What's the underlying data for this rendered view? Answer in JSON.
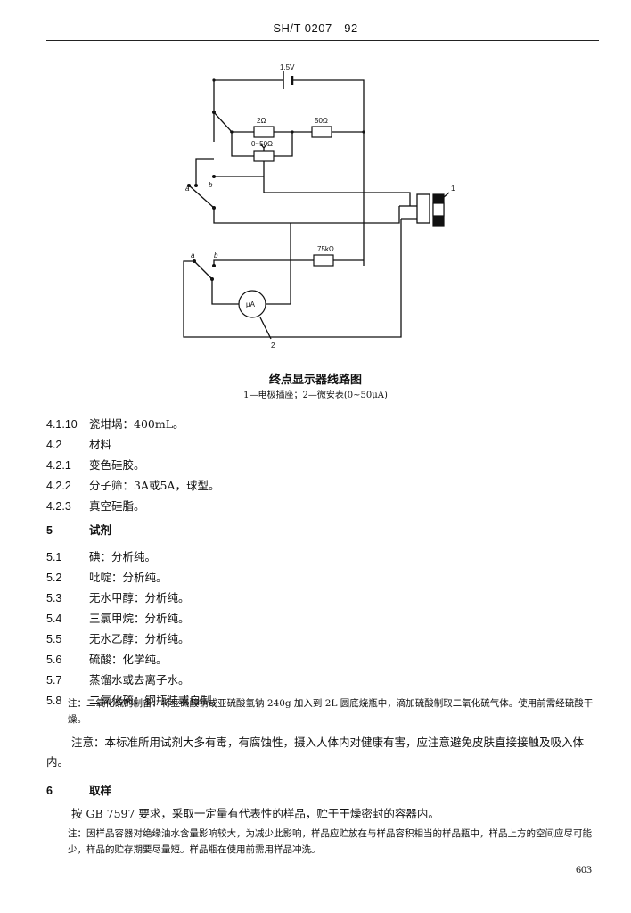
{
  "header": {
    "code": "SH/T 0207—92"
  },
  "figure": {
    "labels": {
      "battery": "1.5V",
      "r1": "2Ω",
      "r2": "50Ω",
      "rvar": "0~50Ω",
      "r3": "75kΩ",
      "meter": "μA",
      "sw_a": "a",
      "sw_b": "b",
      "callout1": "1",
      "callout2": "2"
    },
    "caption": "终点显示器线路图",
    "legend": "1—电极插座；2—微安表(0~50μA)"
  },
  "lines": [
    {
      "num": "4.1.10",
      "text": "瓷坩埚：400mL。",
      "bold": false
    },
    {
      "num": "4.2",
      "text": "材料",
      "bold": false
    },
    {
      "num": "4.2.1",
      "text": "变色硅胶。",
      "bold": false
    },
    {
      "num": "4.2.2",
      "text": "分子筛：3A或5A，球型。",
      "bold": false
    },
    {
      "num": "4.2.3",
      "text": "真空硅脂。",
      "bold": false
    },
    {
      "num": "5",
      "text": "试剂",
      "bold": true
    },
    {
      "num": "5.1",
      "text": "碘：分析纯。",
      "bold": false
    },
    {
      "num": "5.2",
      "text": "吡啶：分析纯。",
      "bold": false
    },
    {
      "num": "5.3",
      "text": "无水甲醇：分析纯。",
      "bold": false
    },
    {
      "num": "5.4",
      "text": "三氯甲烷：分析纯。",
      "bold": false
    },
    {
      "num": "5.5",
      "text": "无水乙醇：分析纯。",
      "bold": false
    },
    {
      "num": "5.6",
      "text": "硫酸：化学纯。",
      "bold": false
    },
    {
      "num": "5.7",
      "text": "蒸馏水或去离子水。",
      "bold": false
    },
    {
      "num": "5.8",
      "text": "二氧化硫：钢瓶装或自制。",
      "bold": false
    }
  ],
  "note1": "注：二氧化硫的制备：将亚硫酸钠或亚硫酸氢钠 240g 加入到 2L 圆底烧瓶中，滴加硫酸制取二氧化硫气体。使用前需经硫酸干燥。",
  "caution": "注意：本标准所用试剂大多有毒，有腐蚀性，摄入人体内对健康有害，应注意避免皮肤直接接触及吸入体内。",
  "section6": {
    "num": "6",
    "title": "取样"
  },
  "para6": "按 GB 7597 要求，采取一定量有代表性的样品，贮于干燥密封的容器内。",
  "note2": "注：因样品容器对绝缘油水含量影响较大，为减少此影响，样品应贮放在与样品容积相当的样品瓶中，样品上方的空间应尽可能少，样品的贮存期要尽量短。样品瓶在使用前需用样品冲洗。",
  "page_number": "603"
}
